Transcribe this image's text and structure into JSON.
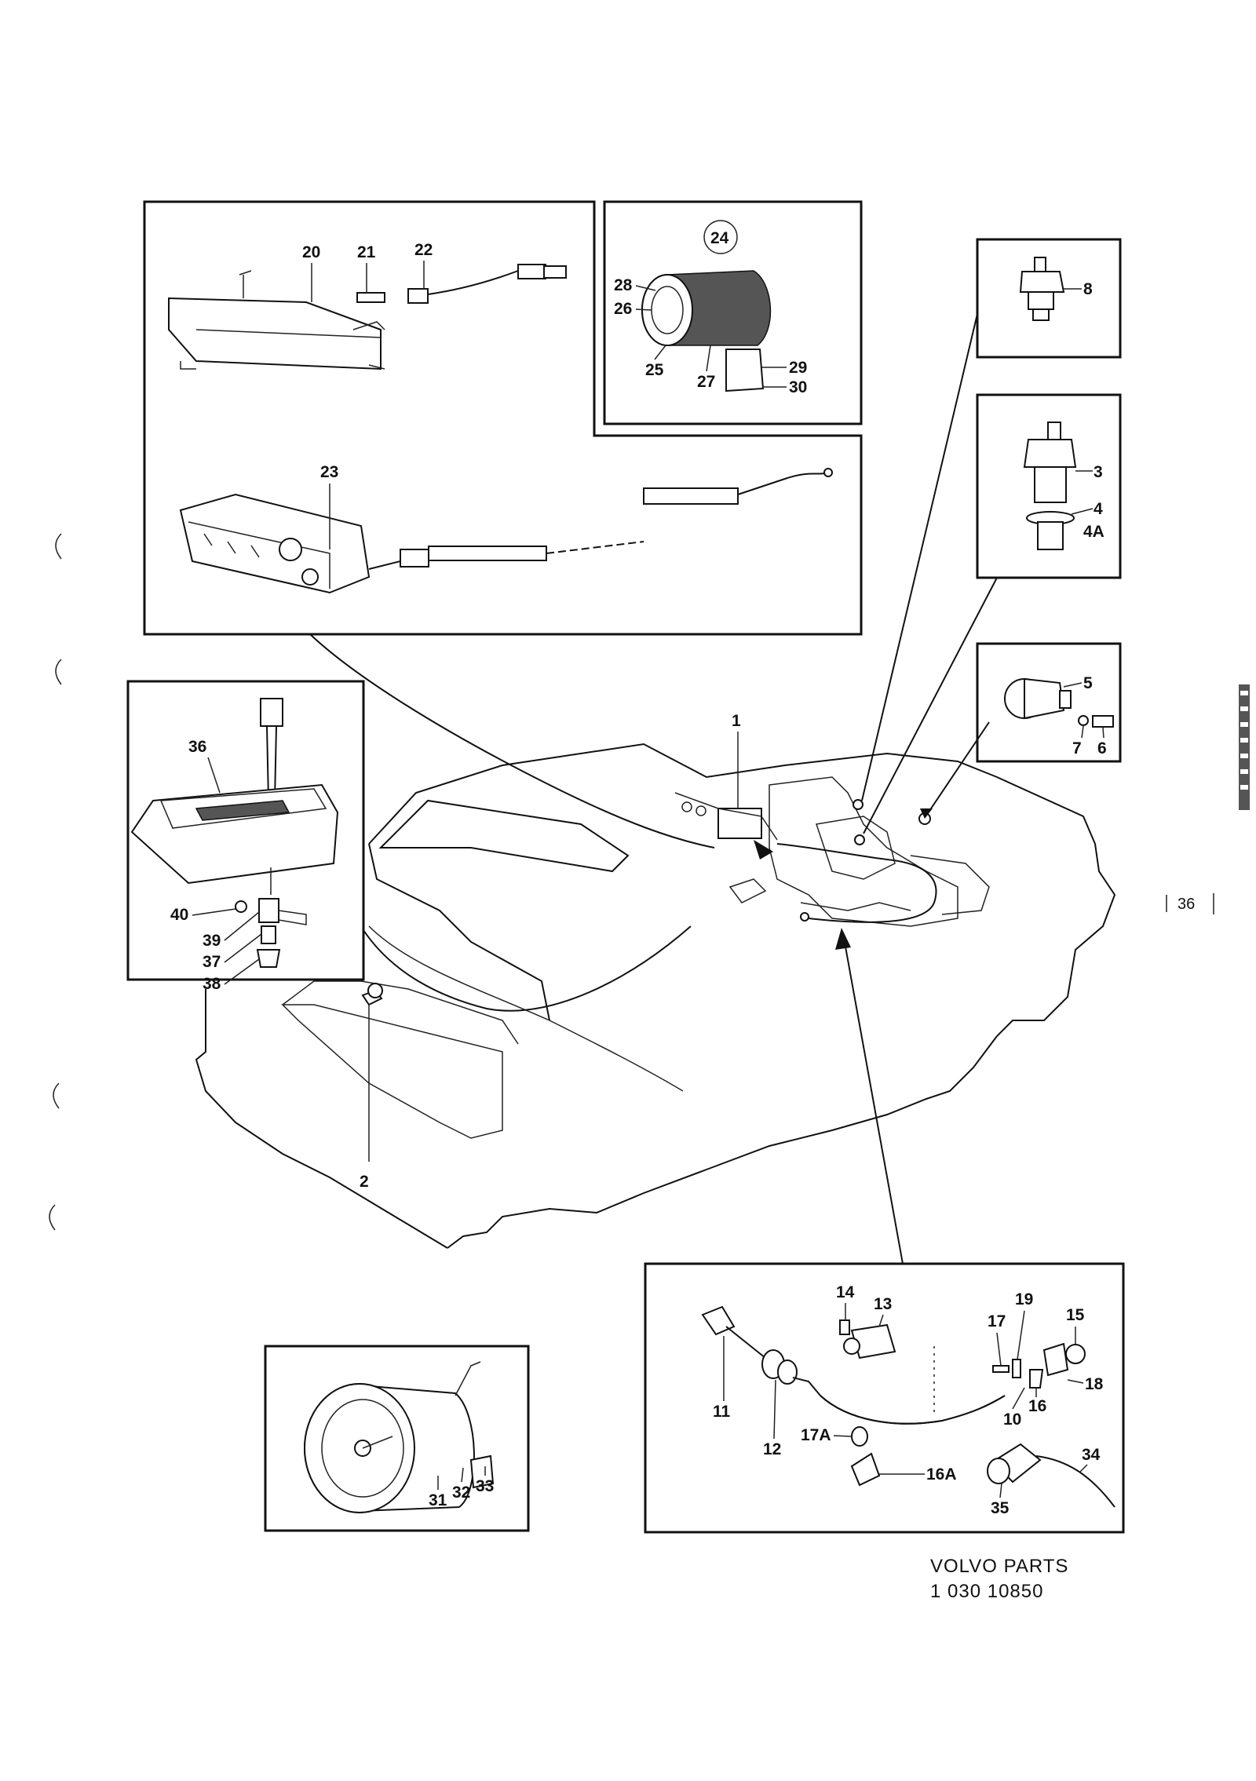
{
  "footer": {
    "line1": "VOLVO PARTS",
    "line2": "1 030 10850"
  },
  "margin_mark": "36",
  "callouts": {
    "p1": "1",
    "p2": "2",
    "p3": "3",
    "p4": "4",
    "p4a": "4A",
    "p5": "5",
    "p6": "6",
    "p7": "7",
    "p8": "8",
    "p10": "10",
    "p11": "11",
    "p12": "12",
    "p13": "13",
    "p14": "14",
    "p15": "15",
    "p16": "16",
    "p16a": "16A",
    "p17": "17",
    "p17a": "17A",
    "p18": "18",
    "p19": "19",
    "p20": "20",
    "p21": "21",
    "p22": "22",
    "p23": "23",
    "p24": "24",
    "p25": "25",
    "p26": "26",
    "p27": "27",
    "p28": "28",
    "p29": "29",
    "p30": "30",
    "p31": "31",
    "p32": "32",
    "p33": "33",
    "p34": "34",
    "p35": "35",
    "p36": "36",
    "p37": "37",
    "p38": "38",
    "p39": "39",
    "p40": "40"
  },
  "colors": {
    "ink": "#111111",
    "paper": "#ffffff"
  }
}
